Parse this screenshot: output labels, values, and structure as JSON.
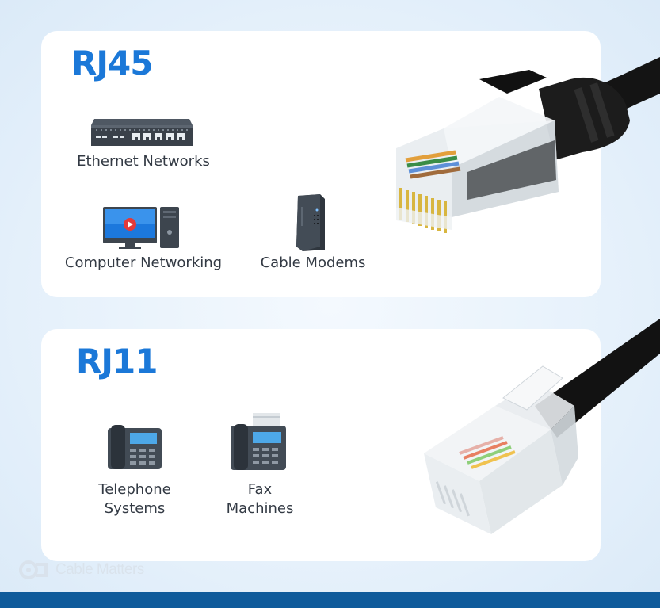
{
  "rj45": {
    "title": "RJ45",
    "uses": {
      "ethernet": "Ethernet Networks",
      "computer": "Computer Networking",
      "modems": "Cable Modems"
    }
  },
  "rj11": {
    "title": "RJ11",
    "uses": {
      "telephone_line1": "Telephone",
      "telephone_line2": "Systems",
      "fax_line1": "Fax",
      "fax_line2": "Machines"
    }
  },
  "brand": {
    "logo_text": "Cable Matters"
  },
  "icons": {
    "ethernet": "network-switch-icon",
    "computer": "desktop-computer-icon",
    "modems": "cable-modem-icon",
    "telephone": "desk-phone-icon",
    "fax": "fax-machine-icon",
    "rj45_connector": "rj45-connector-image",
    "rj11_connector": "rj11-connector-image",
    "logo": "cable-matters-logo"
  },
  "colors": {
    "title": "#1b78d8",
    "label": "#333a44",
    "card": "#ffffff",
    "bottom_bar": "#0f5b9b"
  }
}
